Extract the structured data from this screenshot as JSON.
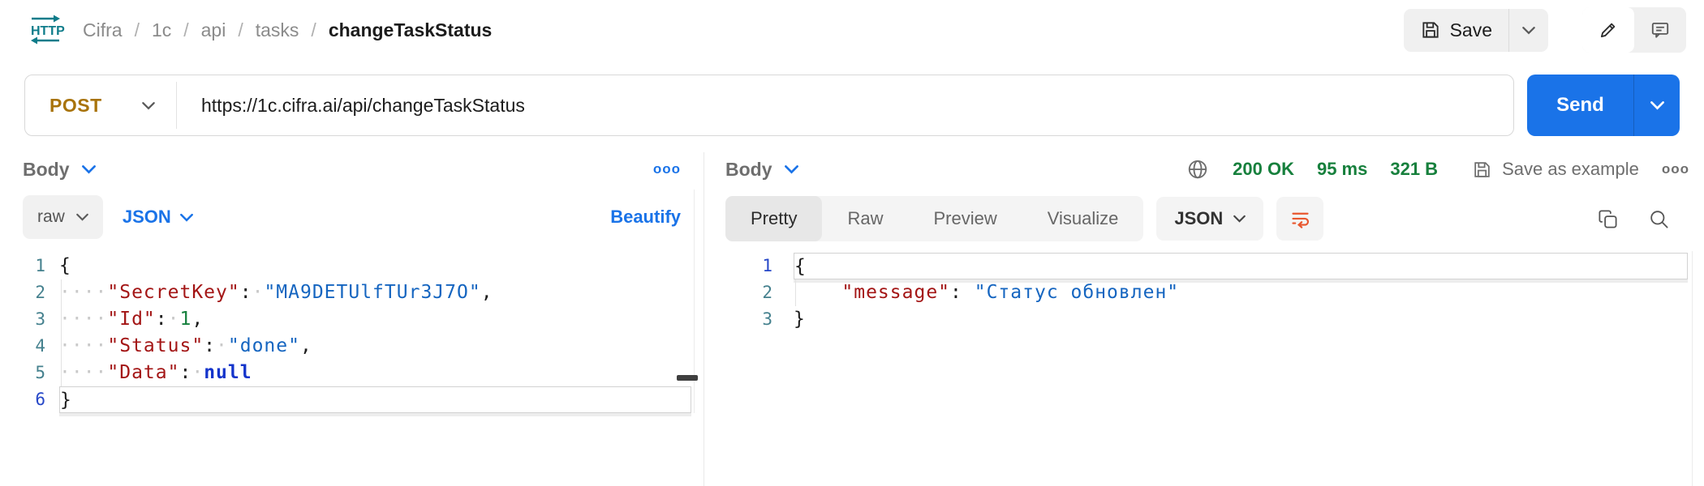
{
  "header": {
    "http_badge": "HTTP",
    "breadcrumb": {
      "separator": "/",
      "items": [
        "Cifra",
        "1c",
        "api",
        "tasks"
      ],
      "current": "changeTaskStatus"
    },
    "save_label": "Save"
  },
  "request_bar": {
    "method": "POST",
    "url": "https://1c.cifra.ai/api/changeTaskStatus",
    "send_label": "Send"
  },
  "request_panel": {
    "section_label": "Body",
    "more_label": "ooo",
    "format_label": "raw",
    "language_label": "JSON",
    "beautify_label": "Beautify",
    "editor": {
      "active_line": 6,
      "lines": [
        {
          "tokens": [
            {
              "t": "{",
              "c": "brace"
            }
          ]
        },
        {
          "guide": true,
          "tokens": [
            {
              "t": "····",
              "c": "ws"
            },
            {
              "t": "\"SecretKey\"",
              "c": "key"
            },
            {
              "t": ":",
              "c": "punct"
            },
            {
              "t": "·",
              "c": "ws"
            },
            {
              "t": "\"MA9DETUlfTUr3J7O\"",
              "c": "string"
            },
            {
              "t": ",",
              "c": "punct"
            }
          ]
        },
        {
          "guide": true,
          "tokens": [
            {
              "t": "····",
              "c": "ws"
            },
            {
              "t": "\"Id\"",
              "c": "key"
            },
            {
              "t": ":",
              "c": "punct"
            },
            {
              "t": "·",
              "c": "ws"
            },
            {
              "t": "1",
              "c": "num"
            },
            {
              "t": ",",
              "c": "punct"
            }
          ]
        },
        {
          "guide": true,
          "tokens": [
            {
              "t": "····",
              "c": "ws"
            },
            {
              "t": "\"Status\"",
              "c": "key"
            },
            {
              "t": ":",
              "c": "punct"
            },
            {
              "t": "·",
              "c": "ws"
            },
            {
              "t": "\"done\"",
              "c": "string"
            },
            {
              "t": ",",
              "c": "punct"
            }
          ]
        },
        {
          "guide": true,
          "tokens": [
            {
              "t": "····",
              "c": "ws"
            },
            {
              "t": "\"Data\"",
              "c": "key"
            },
            {
              "t": ":",
              "c": "punct"
            },
            {
              "t": "·",
              "c": "ws"
            },
            {
              "t": "null",
              "c": "null"
            }
          ]
        },
        {
          "tokens": [
            {
              "t": "}",
              "c": "brace"
            }
          ]
        }
      ]
    }
  },
  "response_panel": {
    "section_label": "Body",
    "status": {
      "code": "200 OK",
      "time": "95 ms",
      "size": "321 B"
    },
    "save_as_example_label": "Save as example",
    "more_label": "ooo",
    "tabs": [
      "Pretty",
      "Raw",
      "Preview",
      "Visualize"
    ],
    "active_tab": "Pretty",
    "language_label": "JSON",
    "editor": {
      "active_line": 1,
      "lines": [
        {
          "tokens": [
            {
              "t": "{",
              "c": "brace"
            }
          ]
        },
        {
          "guide": true,
          "tokens": [
            {
              "t": "    ",
              "c": "ws2"
            },
            {
              "t": "\"message\"",
              "c": "key"
            },
            {
              "t": ":",
              "c": "punct"
            },
            {
              "t": " ",
              "c": "ws2"
            },
            {
              "t": "\"Статус обновлен\"",
              "c": "string"
            }
          ]
        },
        {
          "tokens": [
            {
              "t": "}",
              "c": "brace"
            }
          ]
        }
      ]
    }
  },
  "colors": {
    "accent_blue": "#1a73e8",
    "method_post": "#a8730b",
    "status_green": "#17803d",
    "wrap_orange": "#e8562d",
    "http_teal": "#0e7c8a"
  }
}
